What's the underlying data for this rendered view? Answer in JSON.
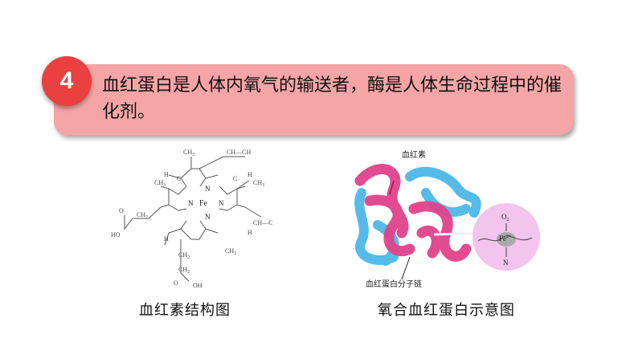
{
  "badge": {
    "number": "4",
    "color": "#e8413f"
  },
  "banner": {
    "text": "血红蛋白是人体内氧气的输送者，酶是人体生命过程中的催化剂。",
    "bg_color": "#f5a5a6"
  },
  "figures": {
    "heme": {
      "caption": "血红素结构图",
      "atoms": {
        "fe": "Fe",
        "n": "N",
        "c": "C",
        "h": "H",
        "ch3": "CH",
        "ch2": "CH",
        "sub3": "3",
        "sub2": "2",
        "vinyl": "CH—CH",
        "vinyl_end": "CH—C",
        "o": "O",
        "ho": "HO",
        "oh": "OH"
      }
    },
    "hemoglobin": {
      "caption": "氧合血红蛋白示意图",
      "label_heme": "血红素",
      "label_chain": "血红蛋白分子链",
      "fe_label": "Fe",
      "fe_charge": "2+",
      "o2_label": "O",
      "o2_sub": "2",
      "n_label": "N",
      "colors": {
        "pink": "#e0438c",
        "blue": "#4db8e8",
        "zoom": "#f2c4ee"
      }
    }
  }
}
